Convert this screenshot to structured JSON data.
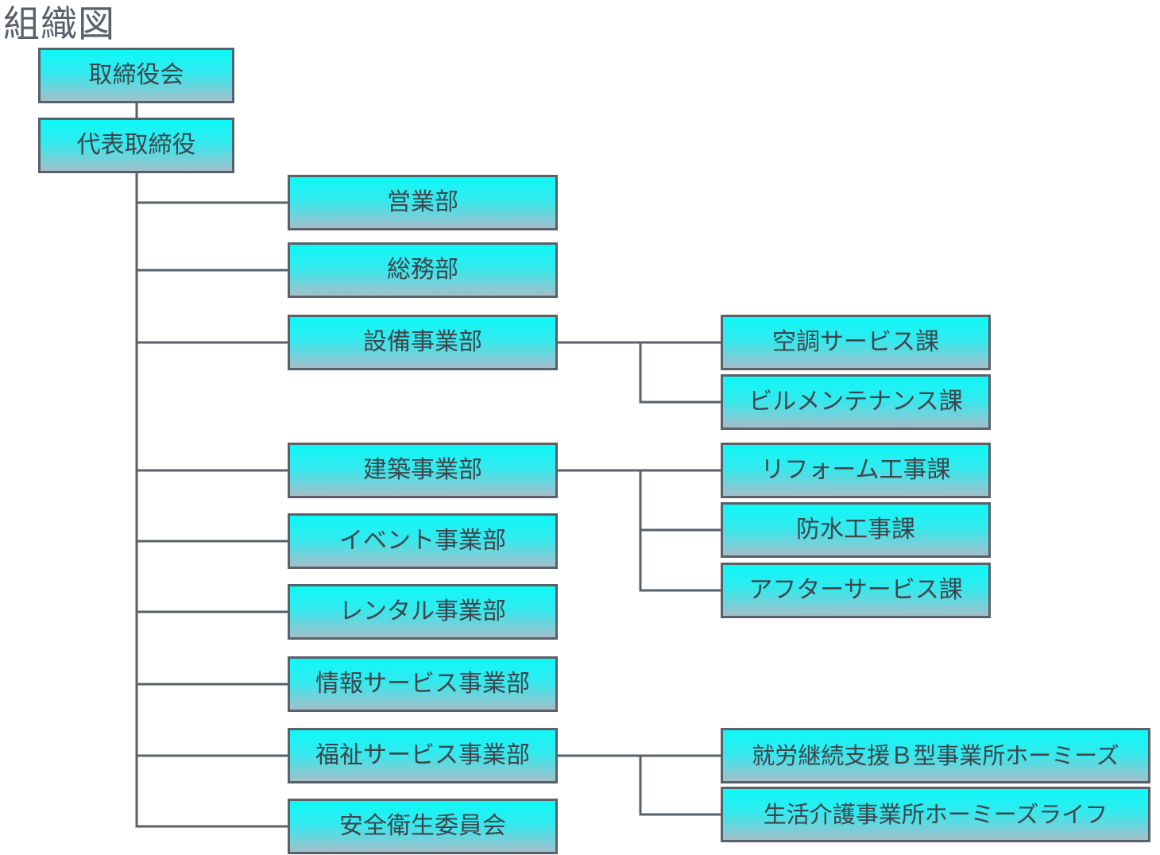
{
  "title": "組織図",
  "nodes": {
    "board": "取締役会",
    "ceo": "代表取締役",
    "sales": "営業部",
    "general_affairs": "総務部",
    "facilities": "設備事業部",
    "hvac_service": "空調サービス課",
    "building_maintenance": "ビルメンテナンス課",
    "construction": "建築事業部",
    "reform": "リフォーム工事課",
    "waterproofing": "防水工事課",
    "after_service": "アフターサービス課",
    "event": "イベント事業部",
    "rental": "レンタル事業部",
    "info_service": "情報サービス事業部",
    "welfare_service": "福祉サービス事業部",
    "homies": "就労継続支援Ｂ型事業所ホーミーズ",
    "homies_life": "生活介護事業所ホーミーズライフ",
    "safety_committee": "安全衛生委員会"
  },
  "colors": {
    "box_top": "#0ef8f8",
    "box_bottom": "#a4bfca",
    "border": "#5a6068",
    "text": "#3f454c"
  }
}
